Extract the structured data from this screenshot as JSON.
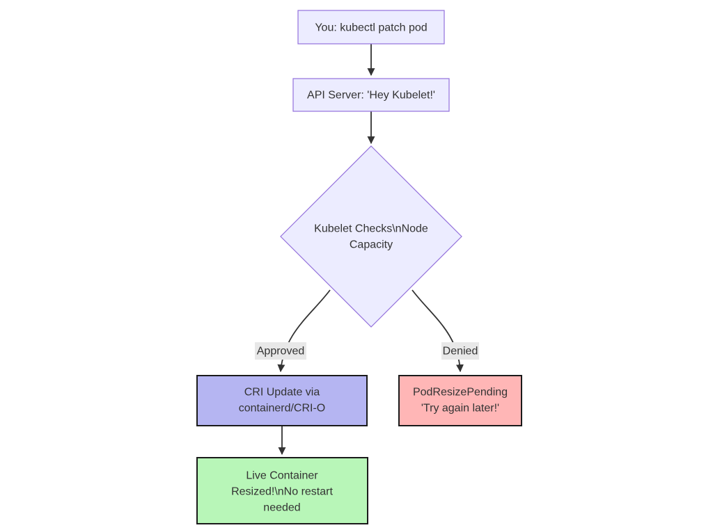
{
  "canvas": {
    "background": "#ffffff"
  },
  "theme": {
    "node_fill": "#ECECFF",
    "node_stroke": "#9370DB",
    "strong_stroke": "#1a1a1a",
    "cri_fill": "#b5b5f2",
    "denied_fill": "#ffb6b6",
    "success_fill": "#b8f6b8",
    "edge_color": "#333333",
    "edge_label_bg": "#e8e8e8",
    "text_color": "#333333"
  },
  "nodes": {
    "you": {
      "line1": "You: kubectl patch pod"
    },
    "api_server": {
      "line1": "API Server: 'Hey Kubelet!'"
    },
    "decision": {
      "line1": "Kubelet Checks\\nNode",
      "line2": "Capacity"
    },
    "cri_update": {
      "line1": "CRI Update via",
      "line2": "containerd/CRI-O"
    },
    "pod_resize_pending": {
      "line1": "PodResizePending",
      "line2": "'Try again later!'"
    },
    "live_resize": {
      "line1": "Live Container",
      "line2": "Resized!\\nNo restart",
      "line3": "needed"
    }
  },
  "edges": {
    "approved": {
      "label": "Approved"
    },
    "denied": {
      "label": "Denied"
    }
  }
}
